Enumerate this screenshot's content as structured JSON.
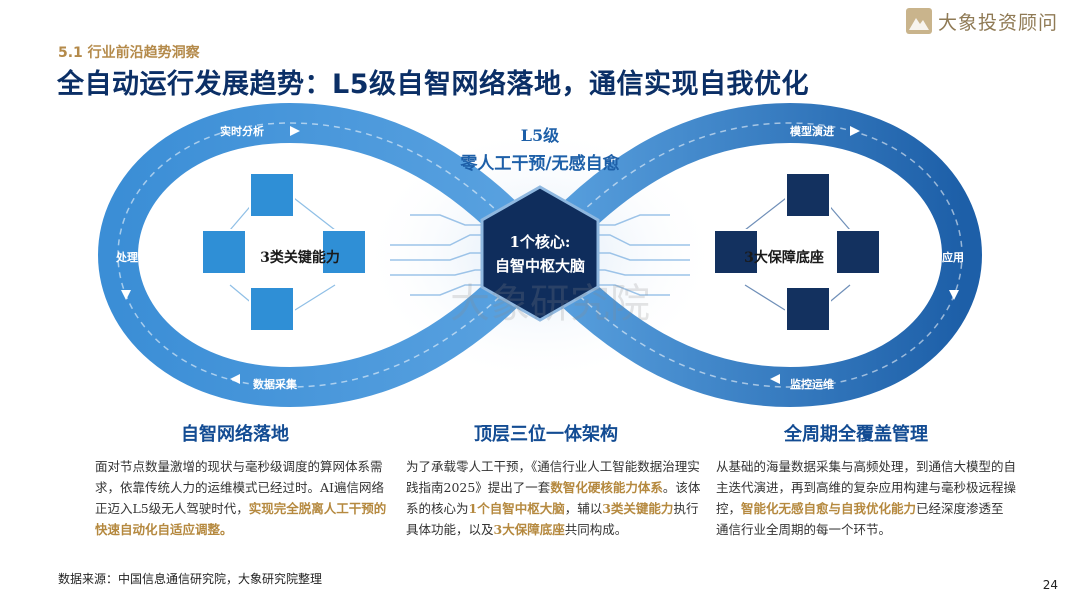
{
  "brand": {
    "name": "大象投资顾问",
    "logo_icon": "elephant-mountain-logo"
  },
  "header": {
    "section": "5.1 行业前沿趋势洞察",
    "title": "全自动运行发展趋势：L5级自智网络落地，通信实现自我优化"
  },
  "diagram": {
    "top_label_1": "L5级",
    "top_label_2": "零人工干预/无感自愈",
    "core_line_1": "1个核心:",
    "core_line_2": "自智中枢大脑",
    "left_cluster": "3类关键能力",
    "right_cluster": "3大保障底座",
    "loop_labels": {
      "top_left": "实时分析",
      "left": "处理清洗",
      "bottom_left": "数据采集",
      "top_right": "模型演进",
      "right": "终端应用",
      "bottom_right": "监控运维"
    },
    "watermark": "大象研究院",
    "colors": {
      "loop": "#2a78c2",
      "left_cubes": "#2f8fd6",
      "right_cubes": "#13315f",
      "core": "#0f2d5c"
    }
  },
  "columns": [
    {
      "title": "自智网络落地",
      "text_1": "面对节点数量激增的现状与毫秒级调度的算网体系需求，依靠传统人力的运维模式已经过时。AI遍信网络正迈入L5级无人驾驶时代，",
      "hl_1": "实现完全脱离人工干预的快速自动化自适应调整。"
    },
    {
      "title": "顶层三位一体架构",
      "text_1": "为了承载零人工干预，《通信行业人工智能数据治理实践指南2025》提出了一套",
      "hl_1": "数智化硬核能力体系",
      "text_2": "。该体系的核心为",
      "hl_2": "1个自智中枢大脑",
      "text_3": "，辅以",
      "hl_3": "3类关键能力",
      "text_4": "执行具体功能，以及",
      "hl_4": "3大保障底座",
      "text_5": "共同构成。"
    },
    {
      "title": "全周期全覆盖管理",
      "text_1": "从基础的海量数据采集与高频处理，到通信大模型的自主迭代演进，再到高维的复杂应用构建与毫秒极远程操控，",
      "hl_1": "智能化无感自愈与自我优化能力",
      "text_2": "已经深度渗透至通信行业全周期的每一个环节。"
    }
  ],
  "footer": {
    "source": "数据来源：中国信息通信研究院，大象研究院整理",
    "page": "24"
  }
}
